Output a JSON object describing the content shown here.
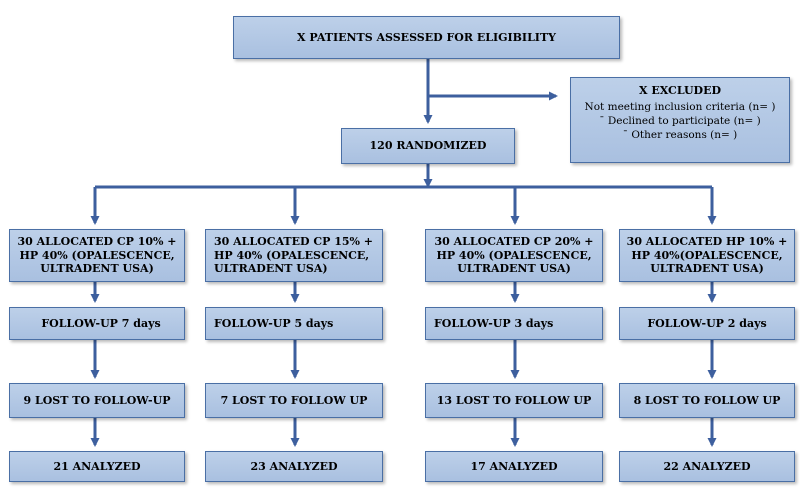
{
  "colors": {
    "box_fill": "#b5c9e5",
    "box_border": "#4a6fa5",
    "arrow": "#3d5f9e"
  },
  "assessed": "X PATIENTS ASSESSED FOR ELIGIBILITY",
  "excluded": {
    "title": "X EXCLUDED",
    "items": [
      "Not meeting inclusion criteria (n=  )",
      "¯  Declined to participate (n=  )",
      "¯  Other reasons (n=  )"
    ]
  },
  "randomized": "120 RANDOMIZED",
  "arms": [
    {
      "allocation": "30 ALLOCATED CP 10%  + HP 40% (OPALESCENCE, ULTRADENT USA)",
      "followup": "FOLLOW-UP  7 days",
      "lost": "9 LOST TO FOLLOW-UP",
      "analyzed": "21 ANALYZED"
    },
    {
      "allocation": "30 ALLOCATED CP 15% + HP 40% (OPALESCENCE, ULTRADENT USA)",
      "followup": "FOLLOW-UP 5 days",
      "lost": "7 LOST TO FOLLOW UP",
      "analyzed": "23 ANALYZED"
    },
    {
      "allocation": "30 ALLOCATED  CP 20% + HP 40% (OPALESCENCE, ULTRADENT USA)",
      "followup": "FOLLOW-UP 3 days",
      "lost": "13 LOST TO FOLLOW UP",
      "analyzed": "17 ANALYZED"
    },
    {
      "allocation": "30 ALLOCATED HP 10% + HP 40%(OPALESCENCE, ULTRADENT USA)",
      "followup": "FOLLOW-UP 2 days",
      "lost": "8 LOST TO FOLLOW UP",
      "analyzed": "22 ANALYZED"
    }
  ]
}
